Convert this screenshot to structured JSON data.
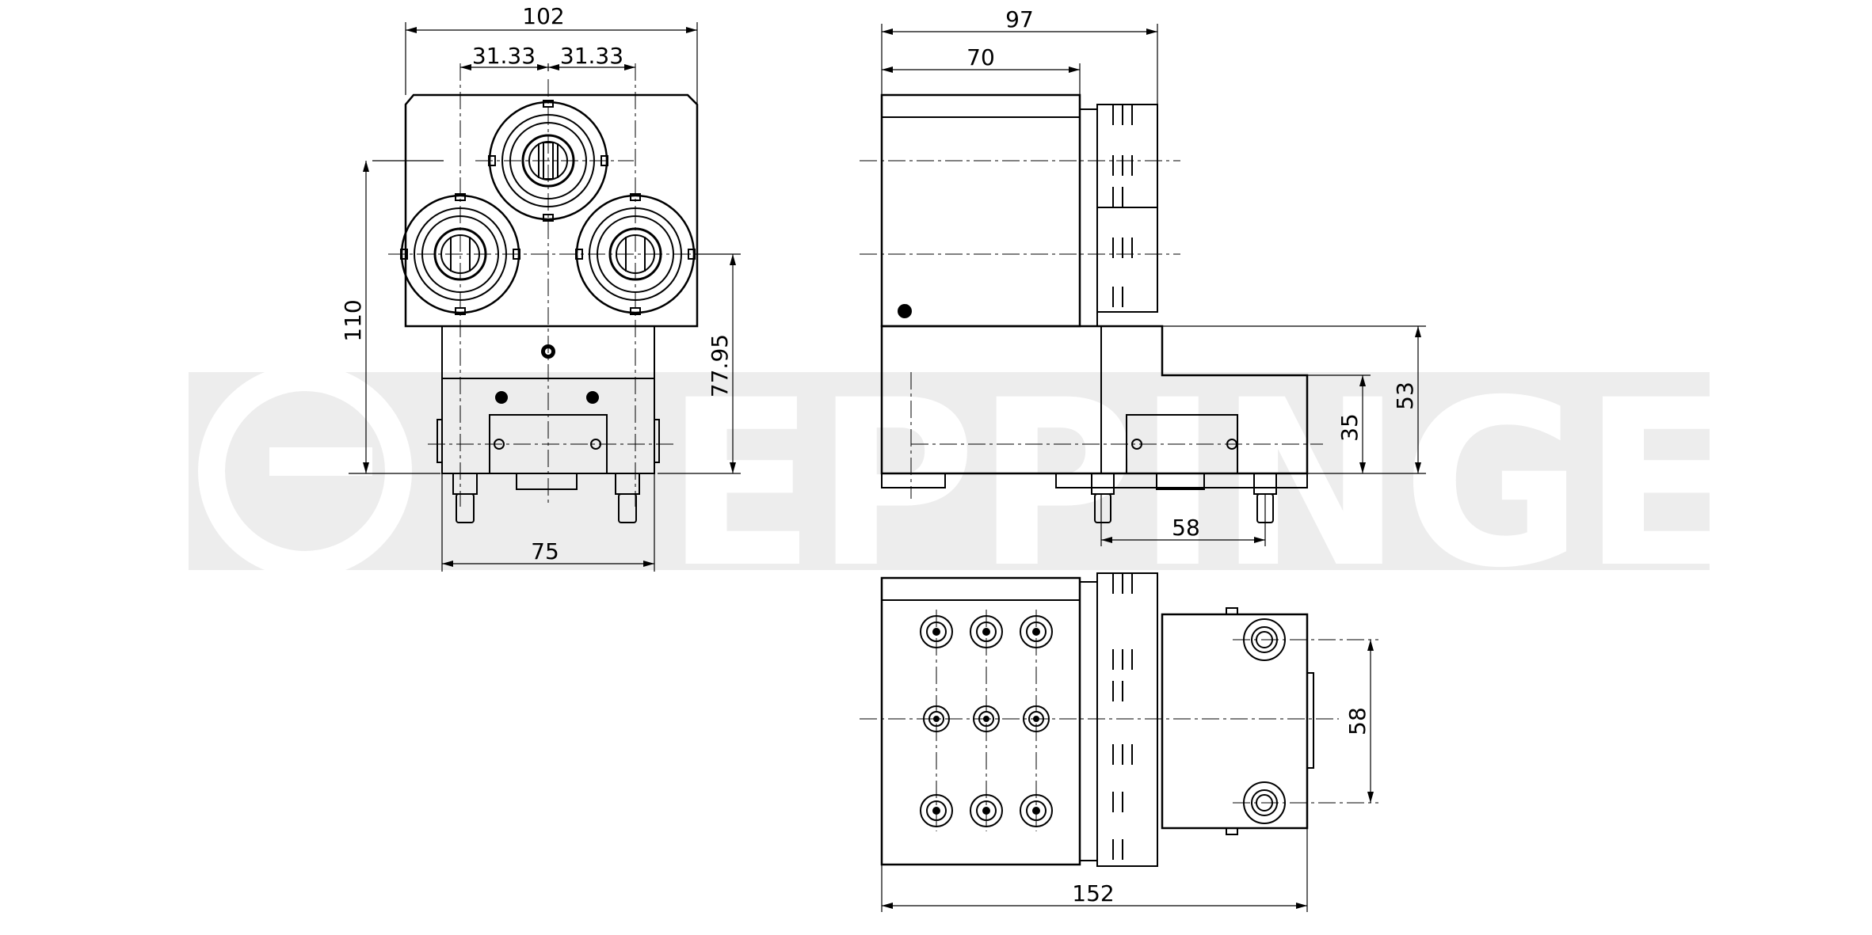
{
  "watermark": {
    "text": "EPPINGER",
    "color": "#ededed"
  },
  "colors": {
    "line": "#000000",
    "background": "#ffffff"
  },
  "front_view": {
    "width_total": "102",
    "spacing_left": "31.33",
    "spacing_right": "31.33",
    "height_total": "110",
    "axis_height": "77.95",
    "base_width": "75"
  },
  "side_view": {
    "depth_total": "97",
    "body_depth": "70",
    "step_height": "53",
    "mount_height": "35",
    "bottom_offset": "58"
  },
  "top_view": {
    "length_total": "152",
    "bolt_spacing": "58"
  }
}
